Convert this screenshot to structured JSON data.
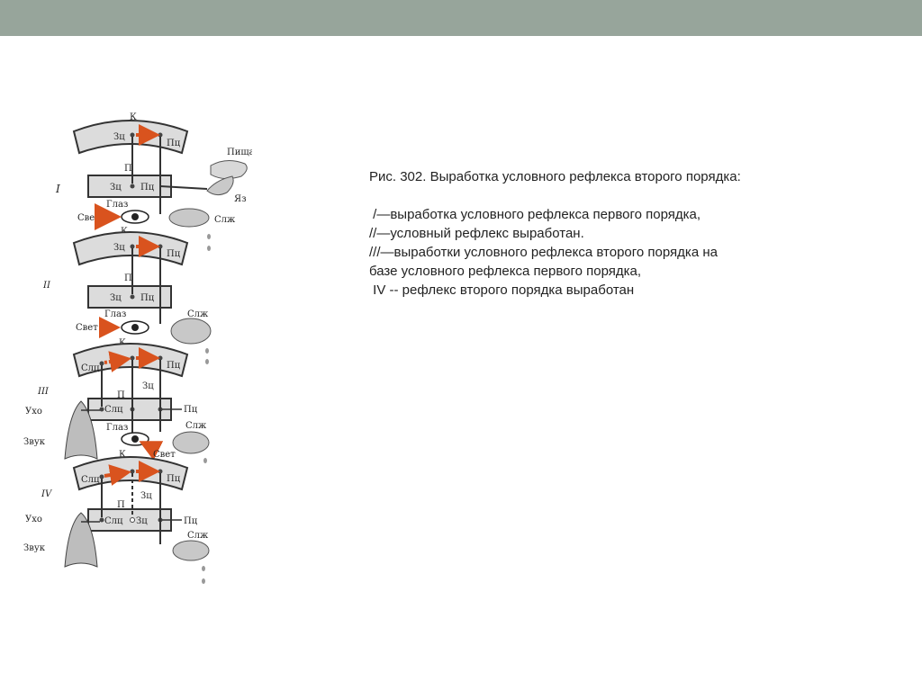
{
  "slide": {
    "caption": {
      "title": "Рис. 302. Выработка условного рефлекса второго порядка:",
      "lines": [
        " /—выработка условного рефлекса первого порядка,",
        "//—условный рефлекс выработан.",
        "///—выработки условного рефлекса второго порядка на",
        "базе условного рефлекса первого порядка,",
        " IV -- рефлекс второго порядка выработан"
      ]
    },
    "diagram": {
      "stages": [
        {
          "roman": "I",
          "cortex_label": "К",
          "cortex_left": "Зц",
          "cortex_right": "Пц",
          "sub_label": "П",
          "sub_left": "Зц",
          "sub_right": "Пц",
          "food": "Пища",
          "tongue": "Яз",
          "eye": "Глаз",
          "light": "Свет",
          "gland": "Слж"
        },
        {
          "roman": "II",
          "cortex_label": "К",
          "cortex_left": "Зц",
          "cortex_right": "Пц",
          "sub_label": "П",
          "sub_left": "Зц",
          "sub_right": "Пц",
          "eye": "Глаз",
          "light": "Свет",
          "gland": "Слж"
        },
        {
          "roman": "III",
          "cortex_label": "К",
          "cortex_left": "Слц",
          "cortex_right": "Пц",
          "mid_label": "Зц",
          "sub_label": "П",
          "sub_left": "Слц",
          "sub_right": "Пц",
          "ear": "Ухо",
          "sound": "Звук",
          "eye": "Глаз",
          "light": "Свет",
          "gland": "Слж"
        },
        {
          "roman": "IV",
          "cortex_label": "К",
          "cortex_left": "Слц",
          "cortex_right": "Пц",
          "mid_label": "Зц",
          "sub_label": "П",
          "sub_left": "Слц",
          "sub_mid": "Зц",
          "sub_right": "Пц",
          "ear": "Ухо",
          "sound": "Звук",
          "gland": "Слж"
        }
      ]
    }
  }
}
